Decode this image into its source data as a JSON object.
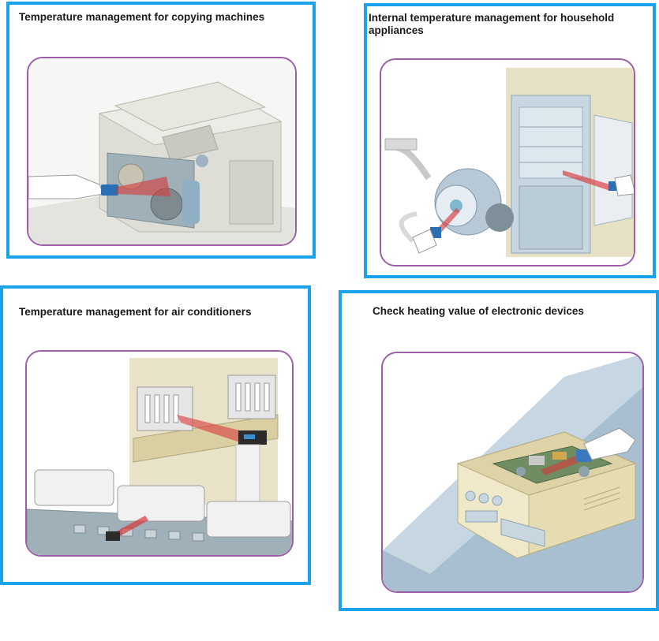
{
  "panels": [
    {
      "title": "Temperature management for copying machines",
      "illustration": "copying-machine-illustration"
    },
    {
      "title": "Internal temperature management for household appliances",
      "illustration": "household-appliances-illustration"
    },
    {
      "title": "Temperature management for air conditioners",
      "illustration": "air-conditioner-illustration"
    },
    {
      "title": "Check heating value of electronic devices",
      "illustration": "electronic-device-illustration"
    }
  ],
  "colors": {
    "panel_border": "#1aa3ea",
    "frame_border": "#9b5ea7",
    "laser": "#d9393a"
  }
}
